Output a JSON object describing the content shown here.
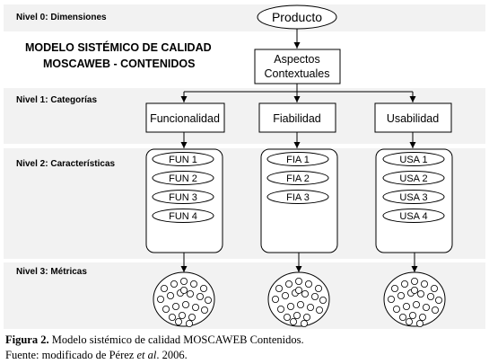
{
  "levels": {
    "level0": "Nivel 0: Dimensiones",
    "level1": "Nivel 1: Categorías",
    "level2": "Nivel 2: Características",
    "level3": "Nivel 3: Métricas"
  },
  "title": {
    "line1": "MODELO SISTÉMICO DE CALIDAD",
    "line2": "MOSCAWEB - CONTENIDOS"
  },
  "root_node": "Producto",
  "context_node": {
    "line1": "Aspectos",
    "line2": "Contextuales"
  },
  "categories": [
    {
      "label": "Funcionalidad",
      "characteristics": [
        "FUN 1",
        "FUN 2",
        "FUN 3",
        "FUN 4"
      ]
    },
    {
      "label": "Fiabilidad",
      "characteristics": [
        "FIA 1",
        "FIA 2",
        "FIA 3"
      ]
    },
    {
      "label": "Usabilidad",
      "characteristics": [
        "USA 1",
        "USA 2",
        "USA 3",
        "USA 4"
      ]
    }
  ],
  "caption": {
    "figure_label": "Figura 2.",
    "figure_text": "Modelo sistémico de calidad MOSCAWEB Contenidos.",
    "source_prefix": "Fuente: modificado de Pérez",
    "source_italic": "et al",
    "source_suffix": ". 2006."
  }
}
